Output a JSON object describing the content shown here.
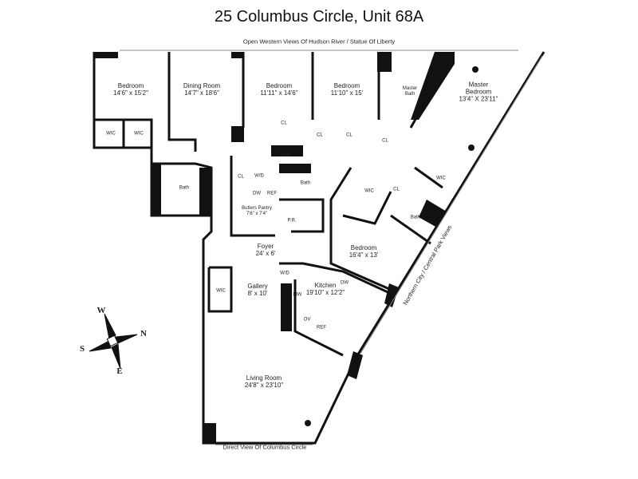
{
  "title": "25 Columbus Circle, Unit 68A",
  "views": {
    "west": "Open Western Views Of Hudson River / Statue Of Liberty",
    "north": "Northern City / Central Park Views",
    "south": "Direct View Of Columbus Circle"
  },
  "rooms": {
    "bedroom1": {
      "name": "Bedroom",
      "size": "14'6\" x 15'2\""
    },
    "dining": {
      "name": "Dining Room",
      "size": "14'7\" x 18'6\""
    },
    "bedroom2": {
      "name": "Bedroom",
      "size": "11'11\" x 14'6\""
    },
    "bedroom3": {
      "name": "Bedroom",
      "size": "11'10\" x 15'"
    },
    "master_bath": {
      "name": "Master Bath"
    },
    "master_bedroom": {
      "name": "Master Bedroom",
      "size": "13'4\" X 23'11\""
    },
    "butlers_pantry": {
      "name": "Butlers Pantry",
      "size": "7'6\" x 7'4\""
    },
    "bedroom4": {
      "name": "Bedroom",
      "size": "16'4\" x 13'"
    },
    "foyer": {
      "name": "Foyer",
      "size": "24' x 6'"
    },
    "gallery": {
      "name": "Gallery",
      "size": "8' x 10'"
    },
    "kitchen": {
      "name": "Kitchen",
      "size": "19'10\" x 12'2\""
    },
    "living": {
      "name": "Living Room",
      "size": "24'8\" x 23'10\""
    }
  },
  "fixtures": {
    "wic": "WIC",
    "cl": "CL",
    "bath": "Bath",
    "wd": "W/D",
    "dw": "DW",
    "ref": "REF",
    "pr": "P.R.",
    "mw": "MW",
    "ov": "OV"
  },
  "compass": {
    "w": "W",
    "s": "S",
    "n": "N",
    "e": "E"
  }
}
